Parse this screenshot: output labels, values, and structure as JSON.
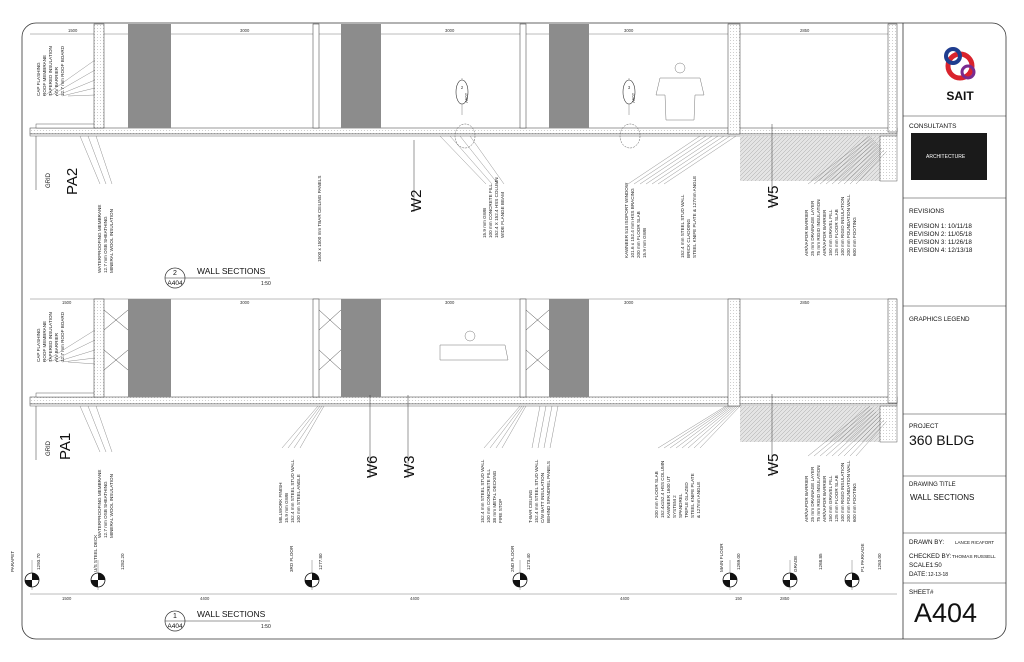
{
  "logo": {
    "text": "SAIT"
  },
  "title_block": {
    "consultants_label": "CONSULTANTS",
    "consultant_logo_text": "ARCHITECTURE",
    "revisions_label": "REVISIONS",
    "revisions": [
      "REVISION 1:  10/11/18",
      "REVISION 2:  11/05/18",
      "REVISION 3:  11/26/18",
      "REVISION 4:  12/13/18"
    ],
    "graphics_legend_label": "GRAPHICS LEGEND",
    "project_label": "PROJECT",
    "project_name": "360 BLDG",
    "drawing_title_label": "DRAWING TITLE",
    "drawing_title": "WALL SECTIONS",
    "drawn_by_label": "DRAWN BY:",
    "drawn_by": "LANCE RICAFORT",
    "checked_by_label": "CHECKED BY:",
    "checked_by": "THOMAS RUSSELL",
    "scale_label": "SCALE:",
    "scale": "1:50",
    "date_label": "DATE:",
    "date": "12-13-18",
    "sheet_label": "SHEET#",
    "sheet_number": "A404"
  },
  "section_top": {
    "tag_number": "2",
    "tag_sheet": "A404",
    "title": "WALL SECTIONS",
    "scale": "1:50",
    "grid_label": "GRID",
    "grid_id": "PA2",
    "wall_tags": [
      "W2",
      "W5"
    ],
    "dims_top": [
      "1500",
      "3000",
      "3000",
      "3000",
      "2850"
    ],
    "detail_callouts": [
      {
        "number": "2",
        "sheet": "A602"
      },
      {
        "number": "3",
        "sheet": "A602"
      }
    ],
    "notes_roof": [
      "CAP FLASHING",
      "ROOF MEMBRANE",
      "TAPERED INSULATION",
      "A/V BARRIER",
      "12.7 mm ROOF BOARD"
    ],
    "notes_left_low": [
      "WATERPROOFING MEMBRANE",
      "12.7 mm OSB SHEATHING",
      "MINERAL WOOL INSULATION"
    ],
    "note_ceiling": "1500 x 1500 mm TBAR CEILING PANELS",
    "notes_mid": [
      "15.9 mm GWB",
      "100 mm CONCRETE FILL",
      "152.4 X 152.4 HSS COLUMN",
      "WIDE FLANGE BEAM"
    ],
    "notes_right": [
      "KAWNEER 518 ISOPORT WINDOW",
      "101.6 x 152.4 mm HSS BRACING",
      "200 mm FLOOR SLAB",
      "15.9 mm GWB",
      "152.4 mm STEEL STUD WALL",
      "BRICK CLADDING",
      "STEEL KNIFE PLATE & 127mm ANGLE"
    ],
    "notes_far_right": [
      "AIR/VAPOR BARRIER",
      "25 mm DRAINAGE LAYER",
      "75 mm RIGID INSULATION",
      "AIR/VAPOR BARRIER",
      "150 mm GRAVEL FILL",
      "125 mm FLOOR SLAB",
      "100 mm RIGID INSULATION",
      "200 mm FOUNDATION WALL",
      "600 mm FOOTING"
    ]
  },
  "section_bottom": {
    "tag_number": "1",
    "tag_sheet": "A404",
    "title": "WALL SECTIONS",
    "scale": "1:50",
    "grid_label": "GRID",
    "grid_id": "PA1",
    "wall_tags": [
      "W6",
      "W3",
      "W5"
    ],
    "dims_top": [
      "1500",
      "3000",
      "3000",
      "3000",
      "2850"
    ],
    "dims_bottom": [
      "1500",
      "4400",
      "4400",
      "4400",
      "150",
      "2850"
    ],
    "notes_roof": [
      "CAP FLASHING",
      "ROOF MEMBRANE",
      "TAPERED INSULATION",
      "A/V BARRIER",
      "12.7 mm ROOF BOARD"
    ],
    "notes_left_low": [
      "WATERPROOFING MEMBRANE",
      "12.7 mm OSB SHEATHING",
      "MINERAL WOOL INSULATION"
    ],
    "notes_mid": [
      "MILLWORK FINISH",
      "15.9 mm GWB",
      "152.4 mm STEEL STUD WALL",
      "100 mm STEEL ANGLE"
    ],
    "notes_center": [
      "152.4 mm STEEL STUD WALL",
      "100 mm CONCRETE FILL",
      "38 mm METAL DECKING",
      "FIRE STOP"
    ],
    "notes_center2": [
      "T-BAR CEILING",
      "152.4 mm STEEL STUD WALL",
      "C/W BATT INSULATION",
      "BEHIND SPANDREL PANELS"
    ],
    "notes_right": [
      "200 mm FLOOR SLAB",
      "152.4x152.4 HSS COLUMN",
      "KAWNEER 1600 UT",
      "SYSTEM 2",
      "SPANDREL",
      "TRIPLE GLAZED",
      "STEEL KNIFE PLATE",
      "& 127mm ANGLE"
    ],
    "notes_far_right": [
      "AIR/VAPOR BARRIER",
      "25 mm DRAINAGE LAYER",
      "75 mm RIGID INSULATION",
      "AIR/VAPOR BARRIER",
      "150 mm GRAVEL FILL",
      "125 mm FLOOR SLAB",
      "100 mm RIGID INSULATION",
      "200 mm FOUNDATION WALL",
      "600 mm FOOTING"
    ]
  },
  "levels": [
    {
      "name": "PARAPET",
      "elev": "1293.70"
    },
    {
      "name": "U/S STEEL DECK",
      "elev": "1282.20"
    },
    {
      "name": "3RD FLOOR",
      "elev": "1277.80"
    },
    {
      "name": "2ND FLOOR",
      "elev": "1273.40"
    },
    {
      "name": "MAIN FLOOR",
      "elev": "1269.00"
    },
    {
      "name": "GRADE",
      "elev": "1268.85"
    },
    {
      "name": "P1 PARKADE",
      "elev": "1263.00"
    }
  ],
  "colors": {
    "line": "#222222",
    "panel_gray": "#8c8c8c",
    "ground_gray": "#d6d6d6",
    "logo_red": "#d9232d",
    "logo_blue": "#1f3d8f",
    "consultant_bg": "#1a1a1a"
  }
}
